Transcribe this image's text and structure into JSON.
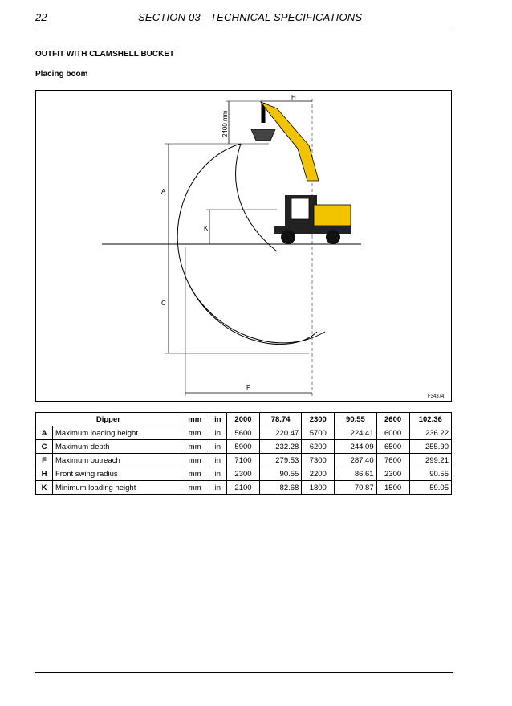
{
  "header": {
    "page_number": "22",
    "section": "SECTION 03 - TECHNICAL SPECIFICATIONS"
  },
  "title": "OUTFIT WITH CLAMSHELL BUCKET",
  "subtitle": "Placing boom",
  "figure": {
    "labels": {
      "a": "A",
      "c": "C",
      "k": "K",
      "f": "F",
      "h": "H",
      "dim": "2400 mm",
      "ref": "F34374"
    }
  },
  "table": {
    "headers": [
      "Dipper",
      "mm",
      "in",
      "2000",
      "78.74",
      "2300",
      "90.55",
      "2600",
      "102.36"
    ],
    "rows": [
      {
        "key": "A",
        "label": "Maximum loading height",
        "u1": "mm",
        "u2": "in",
        "v": [
          "5600",
          "220.47",
          "5700",
          "224.41",
          "6000",
          "236.22"
        ]
      },
      {
        "key": "C",
        "label": "Maximum depth",
        "u1": "mm",
        "u2": "in",
        "v": [
          "5900",
          "232.28",
          "6200",
          "244.09",
          "6500",
          "255.90"
        ]
      },
      {
        "key": "F",
        "label": "Maximum outreach",
        "u1": "mm",
        "u2": "in",
        "v": [
          "7100",
          "279.53",
          "7300",
          "287.40",
          "7600",
          "299.21"
        ]
      },
      {
        "key": "H",
        "label": "Front swing radius",
        "u1": "mm",
        "u2": "in",
        "v": [
          "2300",
          "90.55",
          "2200",
          "86.61",
          "2300",
          "90.55"
        ]
      },
      {
        "key": "K",
        "label": "Minimum loading height",
        "u1": "mm",
        "u2": "in",
        "v": [
          "2100",
          "82.68",
          "1800",
          "70.87",
          "1500",
          "59.05"
        ]
      }
    ]
  },
  "colors": {
    "machine": "#f2c400",
    "lines": "#000000"
  }
}
